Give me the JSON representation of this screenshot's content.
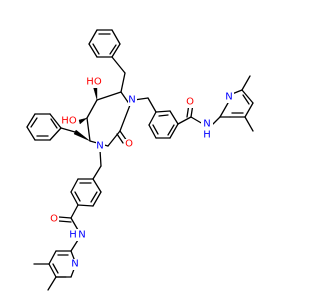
{
  "molecule": {
    "colors": {
      "bond": "#000000",
      "background": "#ffffff",
      "oxygen": "#ff0000",
      "nitrogen": "#0000ff"
    },
    "labels": {
      "oh_top": "HO",
      "oh_left": "HO",
      "n_ring_upper": "N",
      "n_ring_lower": "N",
      "o_ring": "O",
      "o_amide_right": "O",
      "nh_right": "N",
      "h_right": "H",
      "n_pyridine_right": "N",
      "o_amide_left": "O",
      "nh_left": "N",
      "h_left": "H",
      "n_pyridine_left": "N"
    }
  }
}
